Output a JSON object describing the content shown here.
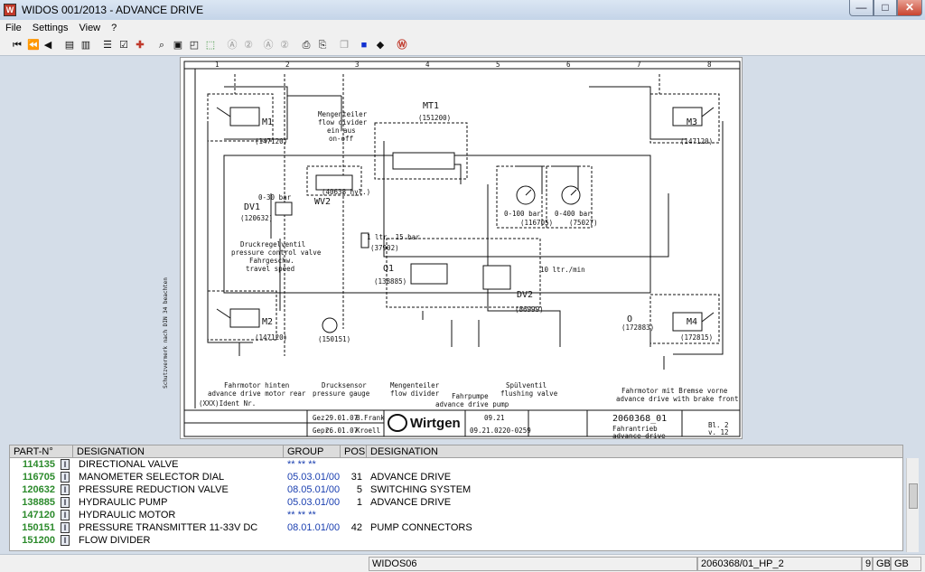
{
  "window": {
    "title": "WIDOS 001/2013 - ADVANCE DRIVE",
    "app_icon_text": "W",
    "minimize": "—",
    "maximize": "□",
    "close": "✕"
  },
  "menu": [
    "File",
    "Settings",
    "View",
    "?"
  ],
  "toolbar_icons": [
    "first-page-icon",
    "prev-fast-icon",
    "prev-icon",
    "book-back-icon",
    "book-forward-icon",
    "list-icon",
    "checklist-icon",
    "red-cross-icon",
    "zoom-icon",
    "page-view-icon",
    "fit-view-icon",
    "select-area-icon",
    "search-a-icon",
    "search-2-icon",
    "search-b-icon",
    "search-3-icon",
    "print-icon",
    "print-preview-icon",
    "copy-icon",
    "blue-square-icon",
    "eraser-icon",
    "app-logo-icon"
  ],
  "drawing": {
    "col_numbers": [
      "1",
      "2",
      "3",
      "4",
      "5",
      "6",
      "7",
      "8"
    ],
    "components": {
      "m1": "M1",
      "m1_id": "(147120)",
      "m3": "M3",
      "m3_id": "(147120)",
      "m2": "M2",
      "m2_id": "(147120)",
      "m4": "M4",
      "m4_id": "(172815)",
      "mt1": "MT1",
      "mt1_id": "(151200)",
      "wv2": "WV2",
      "wv2_id": "(40638 hyl.)",
      "dv1": "DV1",
      "dv1_id": "(120632)",
      "dv1_range": "0-30 bar",
      "q1": "Q1",
      "q1_id": "(138885)",
      "dv2": "DV2",
      "dv2_id": "(86999)",
      "gauge1_range": "0-100 bar",
      "gauge1_id": "(116705)",
      "gauge2_range": "0-400 bar",
      "gauge2_id": "(75027)",
      "sensor_id": "(150151)",
      "o_label": "O",
      "o_id": "(172883)",
      "flow_rate": "10 ltr./min",
      "accum": "1 ltr. 15 bar",
      "accum_id": "(37902)"
    },
    "texts": {
      "flow_divider_de": "Mengenteiler",
      "flow_divider_en": "flow divider",
      "ein_aus": "ein-aus",
      "on_off": "on-off",
      "pressure_valve_de": "Druckregelventil",
      "pressure_valve_en": "pressure control valve",
      "travel_de": "Fahrgeschw.",
      "travel_en": "travel speed",
      "rear_motor_de": "Fahrmotor   hinten",
      "rear_motor_en": "advance drive motor rear",
      "pressure_sensor_de": "Drucksensor",
      "pressure_sensor_en": "pressure gauge",
      "flow_divider2_de": "Mengenteiler",
      "flow_divider2_en": "flow divider",
      "pump_de": "Fahrpumpe",
      "pump_en": "advance drive pump",
      "flush_de": "Spülventil",
      "flush_en": "flushing valve",
      "front_motor_de": "Fahrmotor mit Bremse   vorne",
      "front_motor_en": "advance drive with brake  front",
      "side_note": "Schutzvermerk nach DIN 34 beachten",
      "ident": "(XXX)Ident Nr."
    },
    "titleblock": {
      "drawn_label": "Gez.",
      "drawn_date": "29.01.07",
      "drawn_by": "B.Frank",
      "checked_label": "Gepr.",
      "checked_date": "26.01.07",
      "checked_by": "Kroell",
      "company": "Wirtgen",
      "machine_key": "09.21",
      "serial": "09.21.0220-0259",
      "ident_no": "2060368_01",
      "description_de": "Fahrantrieb",
      "description_en": "advance drive",
      "sheet_info": "Bl. 2",
      "sheet_of": "v. 12"
    }
  },
  "parts_table": {
    "headers": [
      "PART-N°",
      "DESIGNATION",
      "GROUP",
      "POS",
      "DESIGNATION"
    ],
    "info_label": "I",
    "rows": [
      {
        "part": "114135",
        "desig": "DIRECTIONAL VALVE",
        "group": "** ** **",
        "pos": "",
        "desig2": ""
      },
      {
        "part": "116705",
        "desig": "MANOMETER SELECTOR DIAL",
        "group": "05.03.01/00",
        "pos": "31",
        "desig2": "ADVANCE DRIVE"
      },
      {
        "part": "120632",
        "desig": "PRESSURE REDUCTION VALVE",
        "group": "08.05.01/00",
        "pos": "5",
        "desig2": "SWITCHING SYSTEM"
      },
      {
        "part": "138885",
        "desig": "HYDRAULIC PUMP",
        "group": "05.03.01/00",
        "pos": "1",
        "desig2": "ADVANCE DRIVE"
      },
      {
        "part": "147120",
        "desig": "HYDRAULIC MOTOR",
        "group": "** ** **",
        "pos": "",
        "desig2": ""
      },
      {
        "part": "150151",
        "desig": "PRESSURE TRANSMITTER 11-33V DC",
        "group": "08.01.01/00",
        "pos": "42",
        "desig2": "PUMP CONNECTORS"
      },
      {
        "part": "151200",
        "desig": "FLOW DIVIDER",
        "group": "",
        "pos": "",
        "desig2": ""
      }
    ]
  },
  "status": {
    "field1": "WIDOS06",
    "field2": "2060368/01_HP_2",
    "field3": "9",
    "field4": "GB",
    "field5": "GB"
  }
}
